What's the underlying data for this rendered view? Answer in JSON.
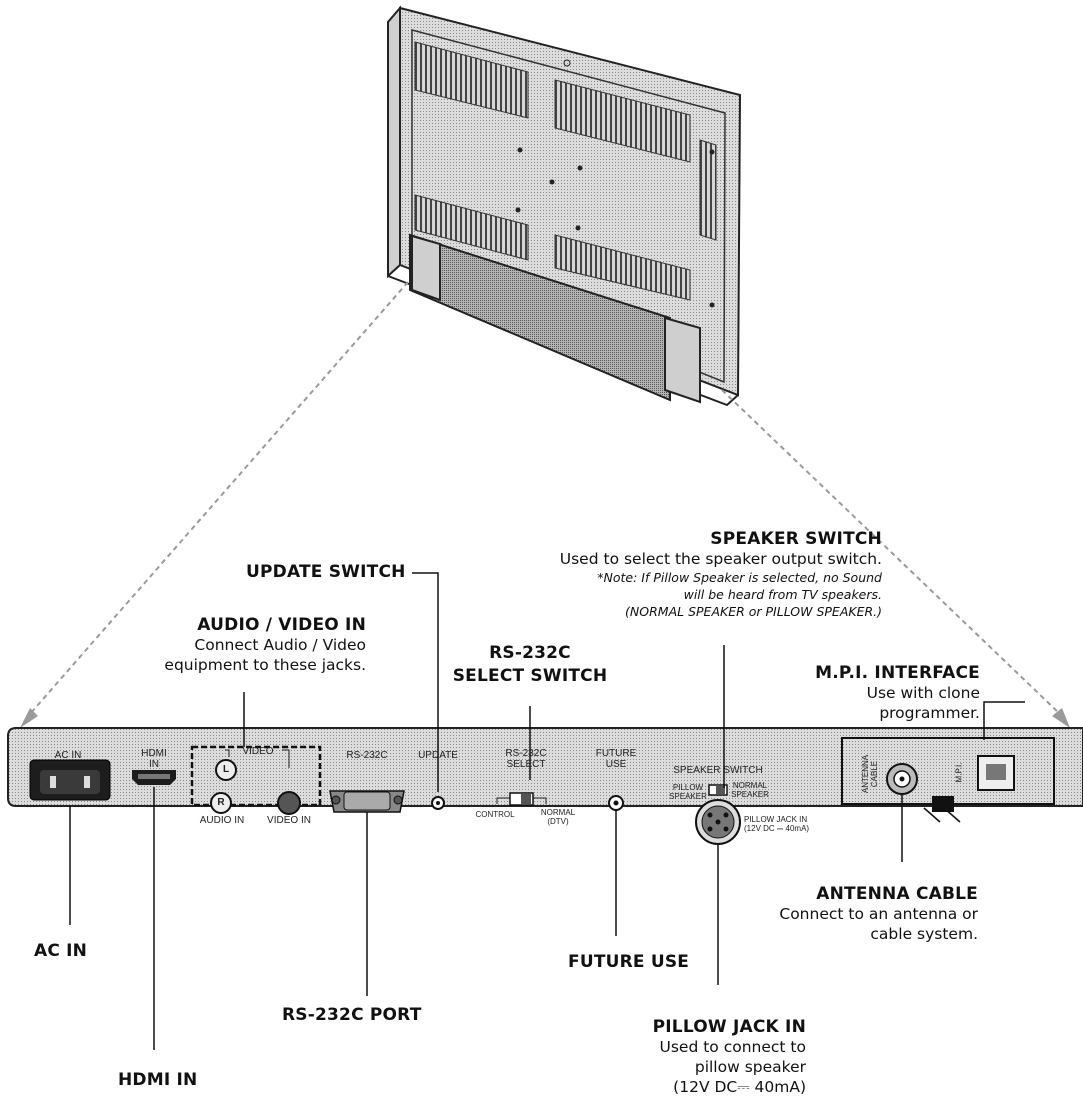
{
  "callouts": {
    "update_switch": {
      "title": "UPDATE SWITCH"
    },
    "audio_video_in": {
      "title": "AUDIO / VIDEO IN",
      "desc": [
        "Connect Audio / Video",
        "equipment to these jacks."
      ]
    },
    "rs232c_select": {
      "title": [
        "RS-232C",
        "SELECT SWITCH"
      ]
    },
    "speaker_switch": {
      "title": "SPEAKER SWITCH",
      "desc": "Used to select the speaker output switch.",
      "note": [
        "*Note: If Pillow Speaker is selected, no Sound",
        "will be heard from TV speakers.",
        "(NORMAL SPEAKER or PILLOW SPEAKER.)"
      ]
    },
    "mpi_interface": {
      "title": "M.P.I. INTERFACE",
      "desc": [
        "Use with clone",
        "programmer."
      ]
    },
    "ac_in": {
      "title": "AC IN"
    },
    "hdmi_in": {
      "title": "HDMI IN"
    },
    "rs232c_port": {
      "title": "RS-232C PORT"
    },
    "future_use": {
      "title": "FUTURE USE"
    },
    "antenna_cable": {
      "title": "ANTENNA CABLE",
      "desc": [
        "Connect to an antenna or",
        "cable system."
      ]
    },
    "pillow_jack_in": {
      "title": "PILLOW JACK IN",
      "desc": [
        "Used to connect to",
        "pillow speaker",
        "(12V DC⎓ 40mA)"
      ]
    }
  },
  "panel_labels": {
    "ac_in": "AC IN",
    "hdmi": [
      "HDMI",
      "IN"
    ],
    "video": "VIDEO",
    "l": "L",
    "r": "R",
    "audio_in": "AUDIO IN",
    "video_in": "VIDEO IN",
    "rs232c": "RS-232C",
    "update": "UPDATE",
    "rs232c_select": [
      "RS-232C",
      "SELECT"
    ],
    "control": "CONTROL",
    "normal_dtv": [
      "NORMAL",
      "(DTV)"
    ],
    "future_use": [
      "FUTURE",
      "USE"
    ],
    "speaker_switch": "SPEAKER SWITCH",
    "pillow_speaker": [
      "PILLOW",
      "SPEAKER"
    ],
    "normal_speaker": [
      "NORMAL",
      "SPEAKER"
    ],
    "pillow_jack": [
      "PILLOW JACK IN",
      "(12V DC ⎓ 40mA)"
    ],
    "antenna_cable": [
      "ANTENNA",
      "CABLE"
    ],
    "mpi": "M.P.I."
  }
}
